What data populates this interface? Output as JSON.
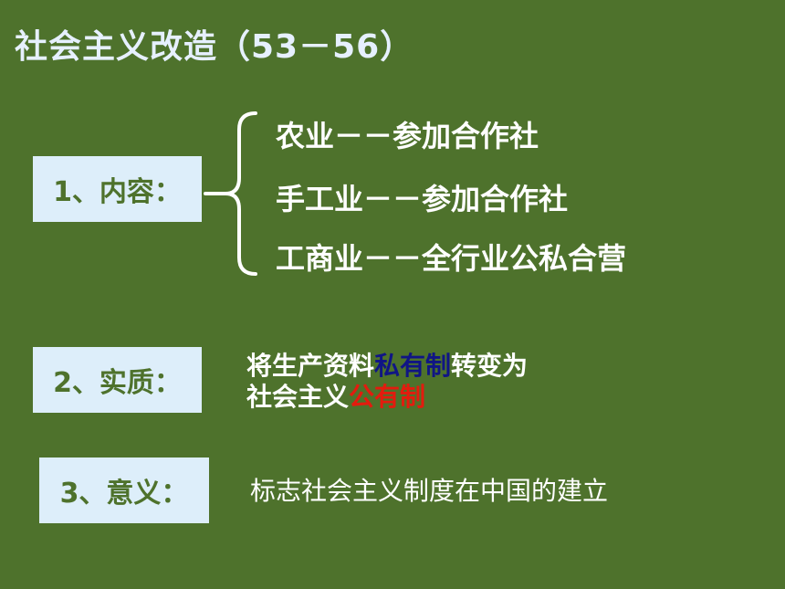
{
  "title": "社会主义改造（53－56）",
  "sections": [
    {
      "label": "1、内容："
    },
    {
      "label": "2、实质："
    },
    {
      "label": "3、意义："
    }
  ],
  "content_items": [
    "农业－－参加合作社",
    "手工业－－参加合作社",
    "工商业－－全行业公私合营"
  ],
  "essence": {
    "line1_pre": "将生产资料",
    "line1_hl": "私有制",
    "line1_post": "转变为",
    "line2_pre": "社会主义",
    "line2_hl": "公有制"
  },
  "meaning": "标志社会主义制度在中国的建立",
  "colors": {
    "background": "#4e722c",
    "label_box": "#ddeefa",
    "highlight_blue": "#101585",
    "highlight_red": "#e41b0e"
  }
}
